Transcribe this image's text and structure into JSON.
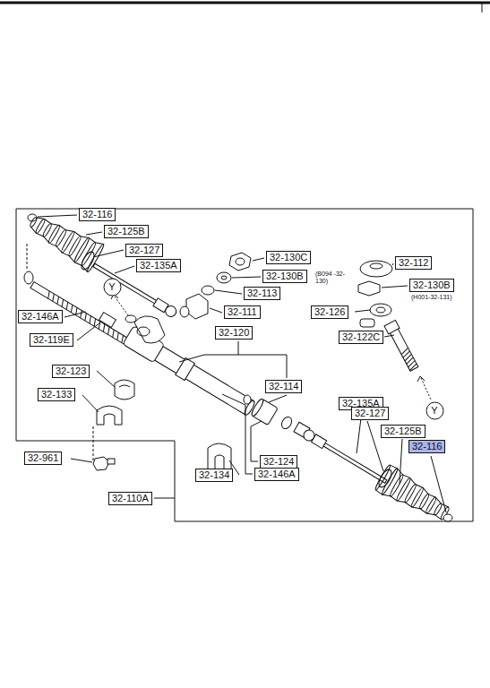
{
  "diagram": {
    "nodes": [
      {
        "text": [
          "32-116"
        ]
      },
      {
        "text": [
          "32-125B"
        ]
      },
      {
        "text": [
          "32-127"
        ]
      },
      {
        "text": [
          "32-135A"
        ]
      },
      {
        "text": [
          "32-130C"
        ]
      },
      {
        "text": [
          "32-130B"
        ]
      },
      {
        "text": [
          "32-112"
        ]
      },
      {
        "text": [
          "32-130B"
        ]
      },
      {
        "text": [
          "32-113"
        ]
      },
      {
        "text": [
          "Y"
        ]
      },
      {
        "text": [
          "32-111"
        ]
      },
      {
        "text": [
          "32-126"
        ]
      },
      {
        "text": [
          "32-146A"
        ]
      },
      {
        "text": [
          "32-120"
        ]
      },
      {
        "text": [
          "32-122C"
        ]
      },
      {
        "text": [
          "32-119E"
        ]
      },
      {
        "text": [
          "32-123"
        ]
      },
      {
        "text": [
          "32-114"
        ]
      },
      {
        "text": [
          "32-133"
        ]
      },
      {
        "text": [
          "32-135A"
        ]
      },
      {
        "text": [
          "Y"
        ]
      },
      {
        "text": [
          "32-127"
        ]
      },
      {
        "text": [
          "32-125B"
        ]
      },
      {
        "text": [
          "32-116"
        ]
      },
      {
        "text": [
          "32-961"
        ]
      },
      {
        "text": [
          "32-124"
        ]
      },
      {
        "text": [
          "32-146A"
        ]
      },
      {
        "text": [
          "32-110A"
        ]
      },
      {
        "text": [
          "32-134"
        ]
      }
    ],
    "labels": [
      "(B094 -32-130)",
      "(H001-32-131)"
    ]
  }
}
